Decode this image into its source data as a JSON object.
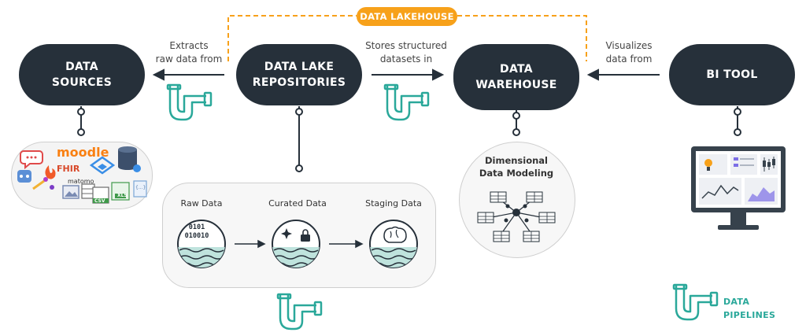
{
  "banner": {
    "label": "DATA LAKEHOUSE"
  },
  "nodes": {
    "data_sources": {
      "line1": "DATA",
      "line2": "SOURCES"
    },
    "data_lake": {
      "line1": "DATA LAKE",
      "line2": "REPOSITORIES"
    },
    "data_warehouse": {
      "line1": "DATA",
      "line2": "WAREHOUSE"
    },
    "bi_tool": {
      "line1": "BI TOOL"
    }
  },
  "edges": {
    "extracts": {
      "line1": "Extracts",
      "line2": "raw data from"
    },
    "stores": {
      "line1": "Stores structured",
      "line2": "datasets in"
    },
    "visualizes": {
      "line1": "Visualizes",
      "line2": "data from"
    }
  },
  "lake_stages": {
    "raw": {
      "label": "Raw Data",
      "binary1": "0101",
      "binary2": "010010"
    },
    "curated": {
      "label": "Curated Data"
    },
    "staging": {
      "label": "Staging Data"
    }
  },
  "warehouse_detail": {
    "line1": "Dimensional",
    "line2": "Data Modeling"
  },
  "source_logos": {
    "moodle": "moodle",
    "fhir": "FHIR",
    "matomo": "matomo",
    "csv": "CSV",
    "xls": "XLS",
    "json": "{...}"
  },
  "legend": {
    "line1": "DATA",
    "line2": "PIPELINES"
  },
  "colors": {
    "node": "#26303a",
    "accent": "#f7a11a",
    "pipe": "#2aa89a",
    "water": "#bfe3dd"
  }
}
